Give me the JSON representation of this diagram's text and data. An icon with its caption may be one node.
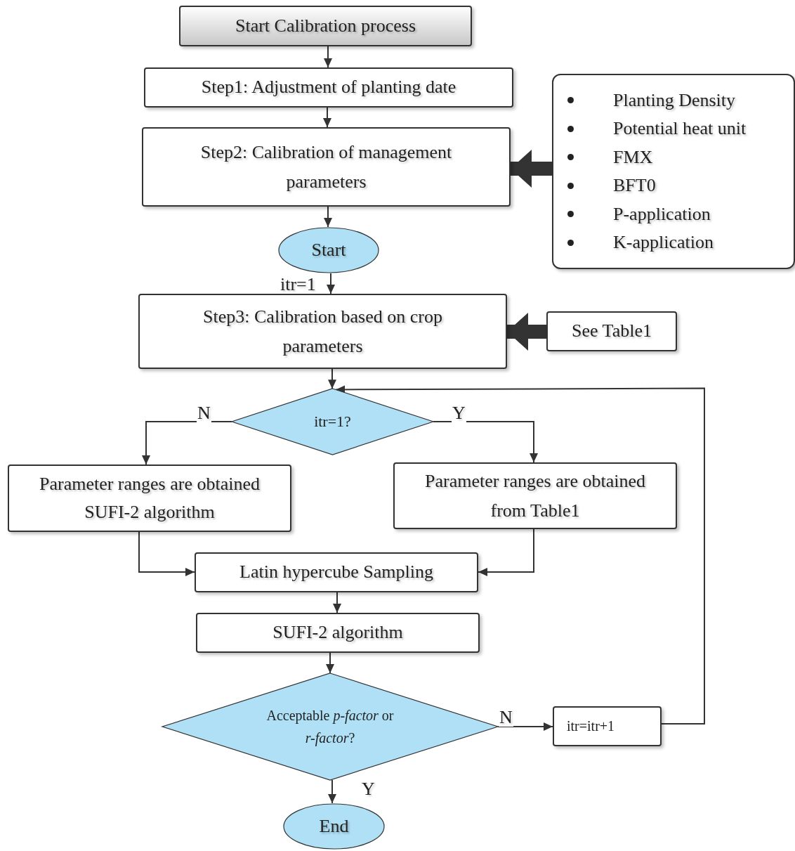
{
  "diagram": {
    "nodes": [
      {
        "text": [
          "Start Calibration process"
        ]
      },
      {
        "text": [
          "Step1: Adjustment of planting date"
        ]
      },
      {
        "text": [
          "Step2: Calibration of management parameters"
        ]
      },
      {
        "text": [
          "Planting Density",
          "Potential heat unit",
          "FMX",
          "BFT0",
          "P-application",
          "K-application"
        ]
      },
      {
        "text": [
          "Start"
        ]
      },
      {
        "text": [
          "Step3: Calibration based on crop parameters"
        ]
      },
      {
        "text": [
          "See Table1"
        ]
      },
      {
        "text": [
          "itr=1?"
        ]
      },
      {
        "text": [
          "Parameter ranges are obtained SUFI-2 algorithm"
        ]
      },
      {
        "text": [
          "Parameter ranges are obtained from Table1"
        ]
      },
      {
        "text": [
          "Latin hypercube Sampling"
        ]
      },
      {
        "text": [
          "SUFI-2 algorithm"
        ]
      },
      {
        "text": [
          "Acceptable *p-factor* or *r-factor*?"
        ]
      },
      {
        "text": [
          "itr=itr+1"
        ]
      },
      {
        "text": [
          "End"
        ]
      }
    ],
    "edges": [
      {
        "from": 0,
        "to": 1,
        "arrow": "to"
      },
      {
        "from": 1,
        "to": 2,
        "arrow": "to"
      },
      {
        "from": 3,
        "to": 2,
        "arrow": "to",
        "style": "thick"
      },
      {
        "from": 2,
        "to": 4,
        "arrow": "to"
      },
      {
        "from": 4,
        "to": 5,
        "arrow": "to",
        "label": "itr=1"
      },
      {
        "from": 6,
        "to": 5,
        "arrow": "to",
        "style": "thick"
      },
      {
        "from": 5,
        "to": 7,
        "arrow": "to"
      },
      {
        "from": 7,
        "to": 8,
        "arrow": "to",
        "label": "N"
      },
      {
        "from": 7,
        "to": 9,
        "arrow": "to",
        "label": "Y"
      },
      {
        "from": 8,
        "to": 10,
        "arrow": "to"
      },
      {
        "from": 9,
        "to": 10,
        "arrow": "to"
      },
      {
        "from": 10,
        "to": 11,
        "arrow": "to"
      },
      {
        "from": 11,
        "to": 12,
        "arrow": "to"
      },
      {
        "from": 12,
        "to": 13,
        "arrow": "to",
        "label": "N"
      },
      {
        "from": 13,
        "to": 7,
        "arrow": "to"
      },
      {
        "from": 12,
        "to": 14,
        "arrow": "to",
        "label": "Y"
      }
    ]
  }
}
